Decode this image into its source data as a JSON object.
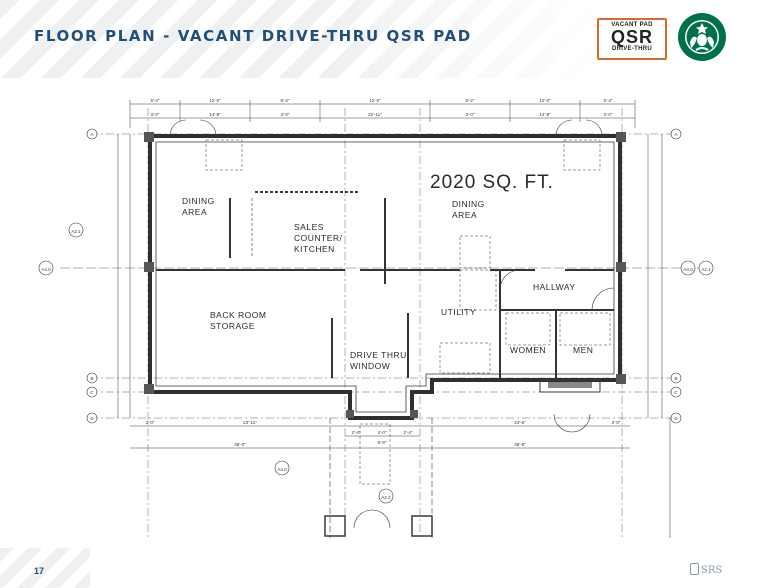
{
  "header": {
    "title": "FLOOR PLAN - VACANT DRIVE-THRU QSR PAD"
  },
  "qsr_logo": {
    "top_text": "VACANT PAD",
    "main_text": "QSR",
    "bottom_text": "DRIVE-THRU",
    "accent_color": "#d96a2b"
  },
  "brand_logo": {
    "icon": "starbucks-siren-logo",
    "color": "#00704a"
  },
  "floor_plan": {
    "area_text": "2020 SQ. FT.",
    "rooms": {
      "dining_left": [
        "DINING",
        "AREA"
      ],
      "sales_counter": [
        "SALES",
        "COUNTER/",
        "KITCHEN"
      ],
      "dining_right": [
        "DINING",
        "AREA"
      ],
      "back_room": [
        "BACK ROOM",
        "STORAGE"
      ],
      "utility": "UTILITY",
      "hallway": "HALLWAY",
      "women": "WOMEN",
      "men": "MEN",
      "drive_thru": [
        "DRIVE THRU",
        "WINDOW"
      ]
    },
    "grid_markers_left": [
      "A",
      "B",
      "C",
      "D"
    ],
    "grid_markers_right": [
      "A",
      "B",
      "C",
      "D"
    ],
    "top_dimensions": [
      "5'-4\"",
      "12'-0\"",
      "9'-4\"",
      "12'-0\"",
      "9'-2\"",
      "12'-0\"",
      "5'-4\""
    ],
    "top_dimensions_inner": [
      "3'-0\"",
      "14'-9\"",
      "3'-0\"",
      "22'-11\"",
      "3'-0\"",
      "14'-9\"",
      "3'-0\""
    ],
    "bottom_dimensions": [
      "3'-0\"",
      "23'-11\"",
      "24'-6\"",
      "3'-0\""
    ],
    "bottom_dimensions_outer": [
      "36'-0\"",
      "36'-8\""
    ],
    "drive_dimensions": [
      "2'-4\"",
      "4'-0\"",
      "2'-4\"",
      "8'-8\""
    ],
    "section_tags": [
      "A4.0",
      "A2.1",
      "A2.2"
    ]
  },
  "footer": {
    "page_number": "17",
    "srs_text": "SRS"
  }
}
